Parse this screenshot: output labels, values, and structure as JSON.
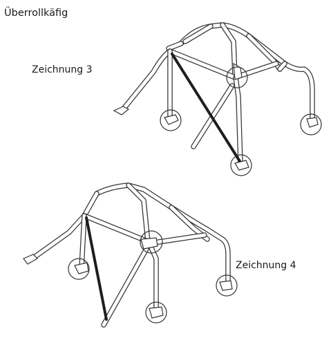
{
  "title": "Überrollkäfig",
  "drawings": [
    {
      "label": "Zeichnung 3"
    },
    {
      "label": "Zeichnung 4"
    }
  ],
  "colors": {
    "tube_outline": "#333333",
    "tube_fill": "#ffffff",
    "diagonal_brace": "#1e1e1e",
    "marker_circle": "#333333"
  },
  "icons": [
    "roll-cage-drawing-3",
    "roll-cage-drawing-4",
    "mounting-point-marker"
  ]
}
